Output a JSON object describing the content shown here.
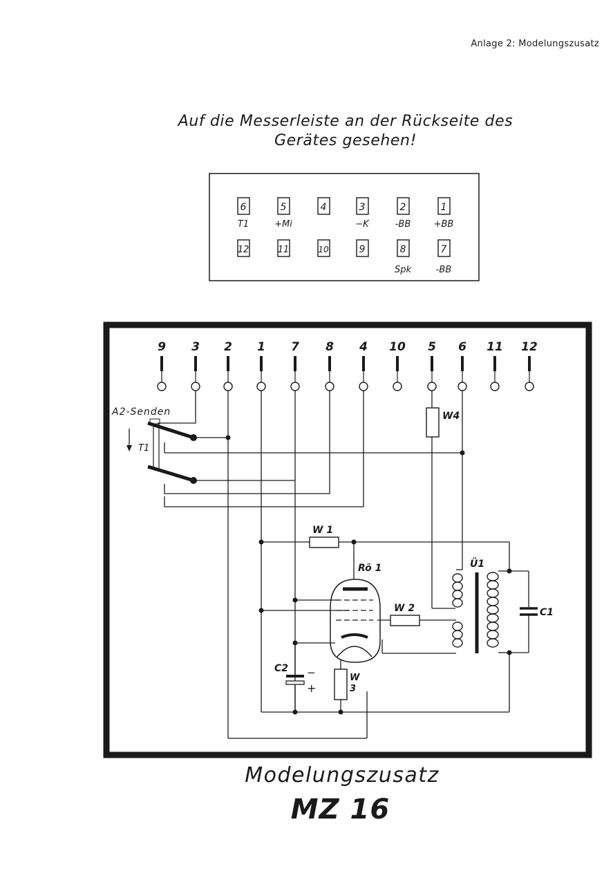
{
  "header": {
    "text": "Anlage 2:  Modelungszusatz"
  },
  "intro": {
    "line1": "Auf die Messerleiste an der Rückseite des",
    "line2": "Gerätes gesehen!"
  },
  "connector": {
    "top_row": [
      {
        "num": "6",
        "label": "T1"
      },
      {
        "num": "5",
        "label": "+Mi"
      },
      {
        "num": "4",
        "label": ""
      },
      {
        "num": "3",
        "label": "−K"
      },
      {
        "num": "2",
        "label": "-BB"
      },
      {
        "num": "1",
        "label": "+BB"
      }
    ],
    "bottom_row": [
      {
        "num": "12",
        "label": ""
      },
      {
        "num": "11",
        "label": ""
      },
      {
        "num": "10",
        "label": ""
      },
      {
        "num": "9",
        "label": ""
      },
      {
        "num": "8",
        "label": "Spk"
      },
      {
        "num": "7",
        "label": "-BB"
      }
    ]
  },
  "schematic": {
    "pins": [
      "9",
      "3",
      "2",
      "1",
      "7",
      "8",
      "4",
      "10",
      "5",
      "6",
      "11",
      "12"
    ],
    "labels": {
      "switch": "A2-Senden",
      "t1": "T1",
      "w1": "W 1",
      "w2": "W 2",
      "w3a": "W",
      "w3b": "3",
      "w4": "W4",
      "tube": "Rö 1",
      "transformer": "Ü1",
      "c1": "C1",
      "c2": "C2",
      "c2_minus": "−",
      "c2_plus": "+"
    }
  },
  "footer": {
    "title": "Modelungszusatz",
    "model": "MZ 16"
  }
}
